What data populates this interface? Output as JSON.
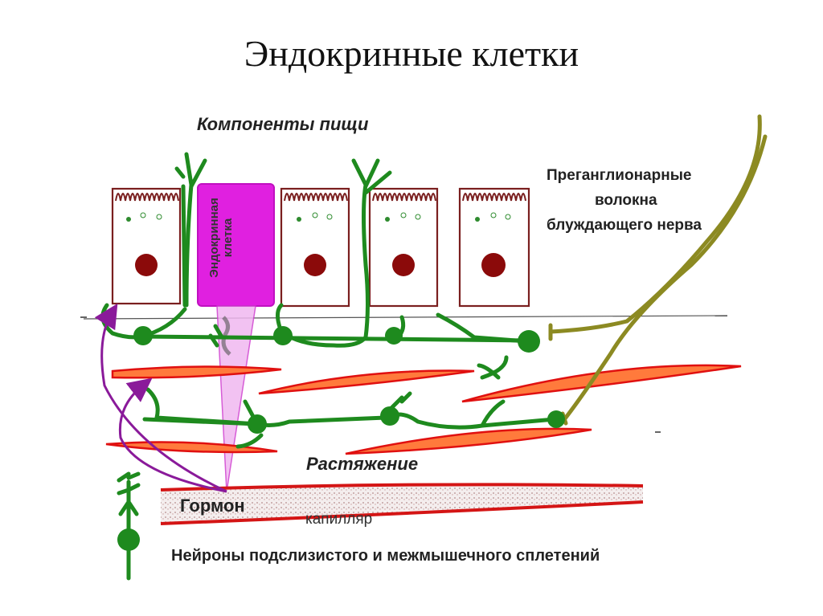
{
  "title": "Эндокринные клетки",
  "labels": {
    "food_components": "Компоненты пищи",
    "nerve_line1": "Преганглионарные",
    "nerve_line2": "волокна",
    "nerve_line3": "блуждающего нерва",
    "endocrine_line1": "Эндокринная",
    "endocrine_line2": "клетка",
    "stretch": "Растяжение",
    "hormone": "Гормон",
    "capillary": "капилляр",
    "neurons": "Нейроны подслизистого и межмышечного сплетений"
  },
  "colors": {
    "epithelium_outline": "#7a1f1f",
    "nucleus": "#8b0a0a",
    "granules": "#2e8b2e",
    "endocrine_cell": "#e020e0",
    "neurons": "#1e8a1e",
    "vagus_fiber": "#8c8a22",
    "muscle_fill": "#ff7a3c",
    "muscle_outline": "#e01010",
    "capillary_outline": "#d41515",
    "arrow": "#8a1a9a"
  }
}
